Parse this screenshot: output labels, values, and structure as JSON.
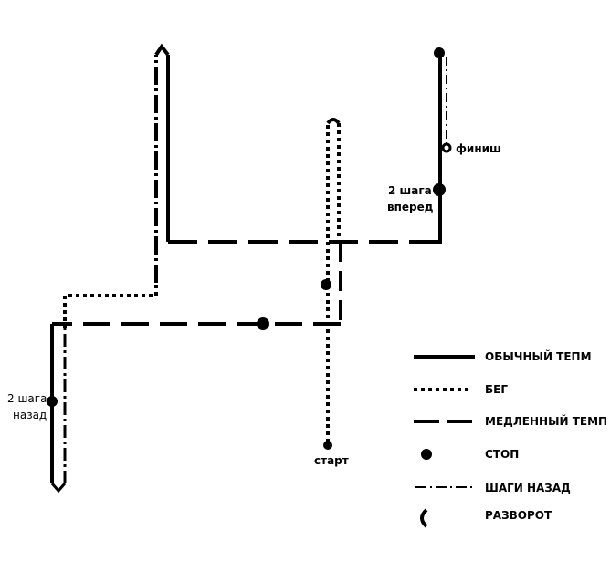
{
  "labels": {
    "start": "старт",
    "finish": "финиш",
    "forward_line1": "2 шага",
    "forward_line2": "вперед",
    "back_line1": "2 шага",
    "back_line2": "назад"
  },
  "legend": [
    {
      "style": "solid",
      "label": "ОБЫЧНЫЙ ТЕПМ"
    },
    {
      "style": "dotted",
      "label": "БЕГ"
    },
    {
      "style": "dashed",
      "label": "МЕДЛЕННЫЙ ТЕМП"
    },
    {
      "style": "stop",
      "label": "СТОП"
    },
    {
      "style": "dash-dot",
      "label": "ШАГИ НАЗАД"
    },
    {
      "style": "u-turn",
      "label": "РАЗВОРОТ"
    }
  ],
  "colors": {
    "ink": "#000000",
    "background": "#ffffff"
  }
}
